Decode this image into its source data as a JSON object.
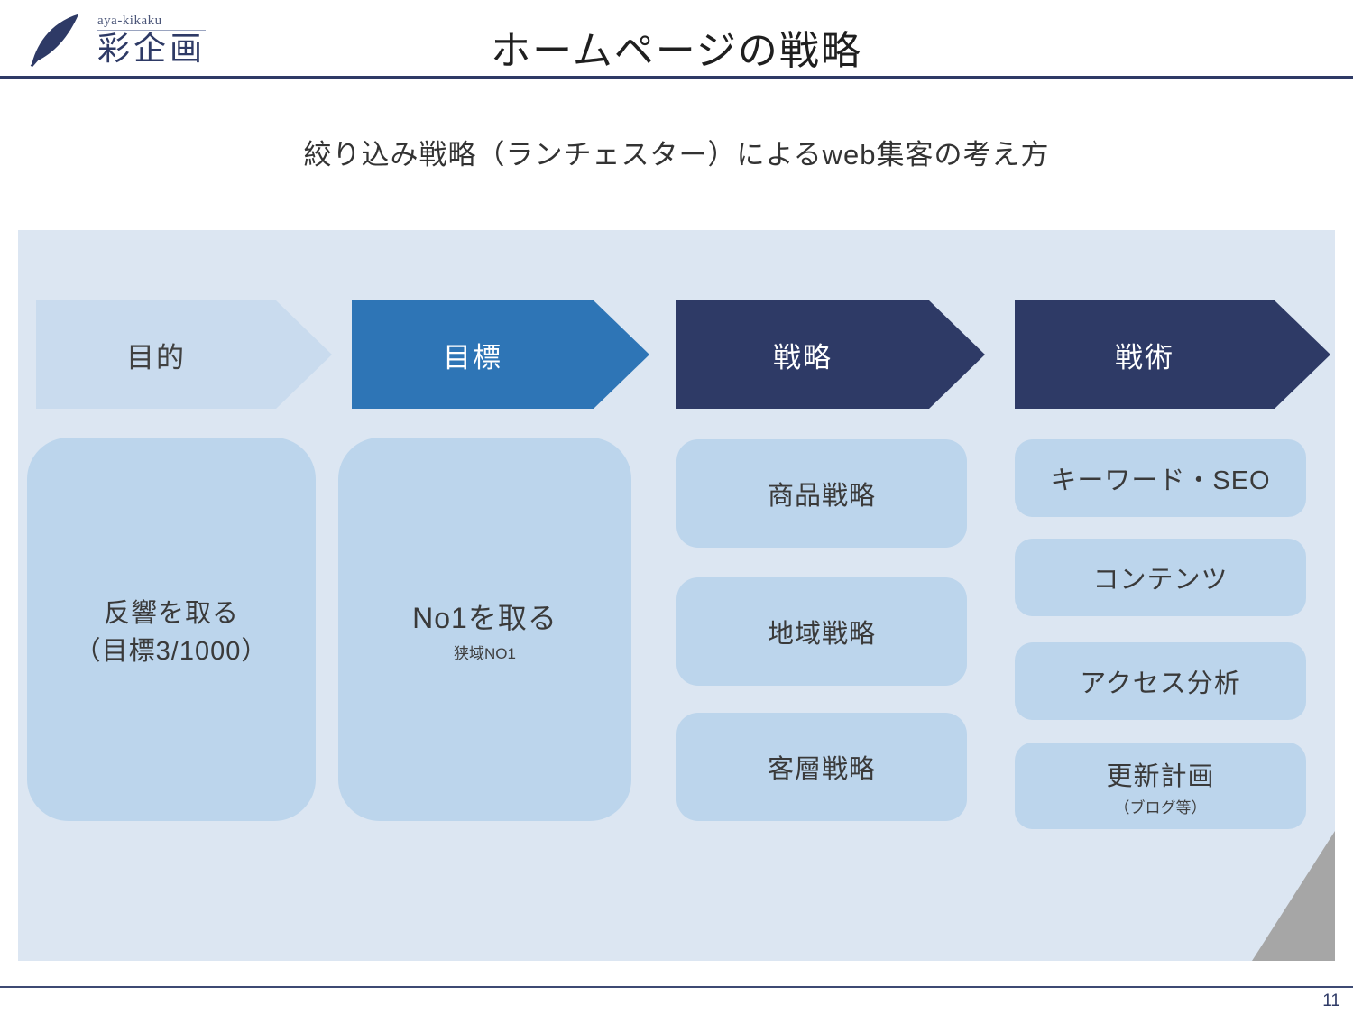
{
  "header": {
    "logo": {
      "romaji": "aya-kikaku",
      "name": "彩企画",
      "icon": "feather-quill-icon"
    },
    "title": "ホームページの戦略"
  },
  "subtitle": "絞り込み戦略（ランチェスター）によるweb集客の考え方",
  "diagram": {
    "columns": [
      {
        "header": "目的",
        "style": "light",
        "items": [
          {
            "title": "反響を取る",
            "subtitle": "（目標3/1000）"
          }
        ]
      },
      {
        "header": "目標",
        "style": "blue",
        "items": [
          {
            "title": "No1を取る",
            "subtitle": "狭域NO1"
          }
        ]
      },
      {
        "header": "戦略",
        "style": "navy",
        "items": [
          {
            "title": "商品戦略"
          },
          {
            "title": "地域戦略"
          },
          {
            "title": "客層戦略"
          }
        ]
      },
      {
        "header": "戦術",
        "style": "navy",
        "items": [
          {
            "title": "キーワード・SEO"
          },
          {
            "title": "コンテンツ"
          },
          {
            "title": "アクセス分析"
          },
          {
            "title": "更新計画",
            "subtitle": "（ブログ等）"
          }
        ]
      }
    ]
  },
  "page": {
    "number": "11"
  },
  "colors": {
    "navy": "#2e3a66",
    "blue": "#2e75b6",
    "arrow-light": "#c9dbee",
    "panel": "#dce6f2",
    "box": "#bcd5ec",
    "fold-gray": "#a6a6a6",
    "text-dark": "#3a3a3a"
  }
}
